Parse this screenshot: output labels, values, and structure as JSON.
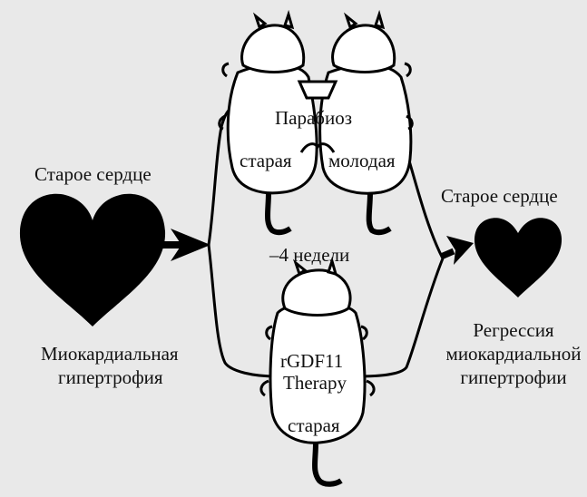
{
  "labels": {
    "left_heart_title": "Старое сердце",
    "left_caption_1": "Миокардиальная",
    "left_caption_2": "гипертрофия",
    "parabiosis": "Парабиоз",
    "mouse_old": "старая",
    "mouse_young": "молодая",
    "duration": "–4 недели",
    "therapy_1": "rGDF11",
    "therapy_2": "Therapy",
    "mouse_old_bottom": "старая",
    "right_heart_title": "Старое сердце",
    "right_caption_1": "Регрессия",
    "right_caption_2": "миокардиальной",
    "right_caption_3": "гипертрофии"
  },
  "colors": {
    "background": "#e9e9e9",
    "ink": "#000000",
    "mouse_fill": "#ffffff"
  }
}
